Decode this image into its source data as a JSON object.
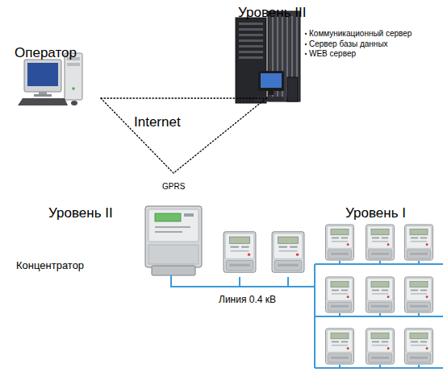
{
  "diagram": {
    "nodes": [
      {
        "text": [
          "Оператор"
        ]
      },
      {
        "text": [
          "Уровень III",
          "Коммуникационный сервер",
          "Сервер базы данных",
          "WEB сервер"
        ]
      },
      {
        "text": [
          "Уровень II",
          "Концентратор"
        ]
      }
    ],
    "edges": [
      {
        "from": 0,
        "to": 1,
        "arrow": "none"
      },
      {
        "from": 1,
        "to": 2,
        "arrow": "none"
      },
      {
        "from": 2,
        "to": 0,
        "arrow": "none"
      }
    ],
    "labels": [
      "Internet",
      "GPRS",
      "Уровень I",
      "Линия 0.4 кВ"
    ]
  }
}
